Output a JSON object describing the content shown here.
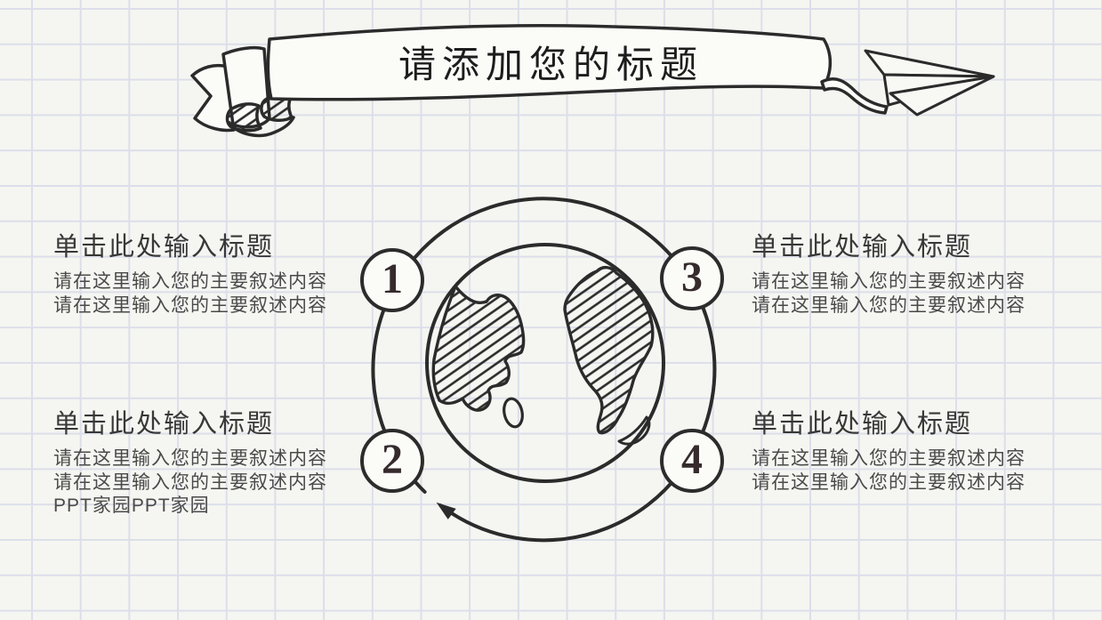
{
  "slide": {
    "title": "请添加您的标题",
    "colors": {
      "background": "#f5f6f1",
      "grid_line": "#dcdeea",
      "ink": "#2b2b2b",
      "title_text": "#1d1d1d",
      "heading_text": "#383838",
      "body_text": "#4a4a4a",
      "number_text": "#352b2c"
    }
  },
  "diagram": {
    "steps": [
      {
        "number": "1",
        "position": "top-left"
      },
      {
        "number": "2",
        "position": "bottom-left"
      },
      {
        "number": "3",
        "position": "top-right"
      },
      {
        "number": "4",
        "position": "bottom-right"
      }
    ],
    "icons": [
      "ribbon-banner-icon",
      "paper-plane-icon",
      "globe-icon",
      "orbit-arrow-icon"
    ]
  },
  "text_blocks": [
    {
      "id": "top-left",
      "heading": "单击此处输入标题",
      "lines": [
        "请在这里输入您的主要叙述内容",
        "请在这里输入您的主要叙述内容"
      ]
    },
    {
      "id": "bottom-left",
      "heading": "单击此处输入标题",
      "lines": [
        "请在这里输入您的主要叙述内容",
        "请在这里输入您的主要叙述内容",
        "PPT家园PPT家园"
      ]
    },
    {
      "id": "top-right",
      "heading": "单击此处输入标题",
      "lines": [
        "请在这里输入您的主要叙述内容",
        "请在这里输入您的主要叙述内容"
      ]
    },
    {
      "id": "bottom-right",
      "heading": "单击此处输入标题",
      "lines": [
        "请在这里输入您的主要叙述内容",
        "请在这里输入您的主要叙述内容"
      ]
    }
  ]
}
